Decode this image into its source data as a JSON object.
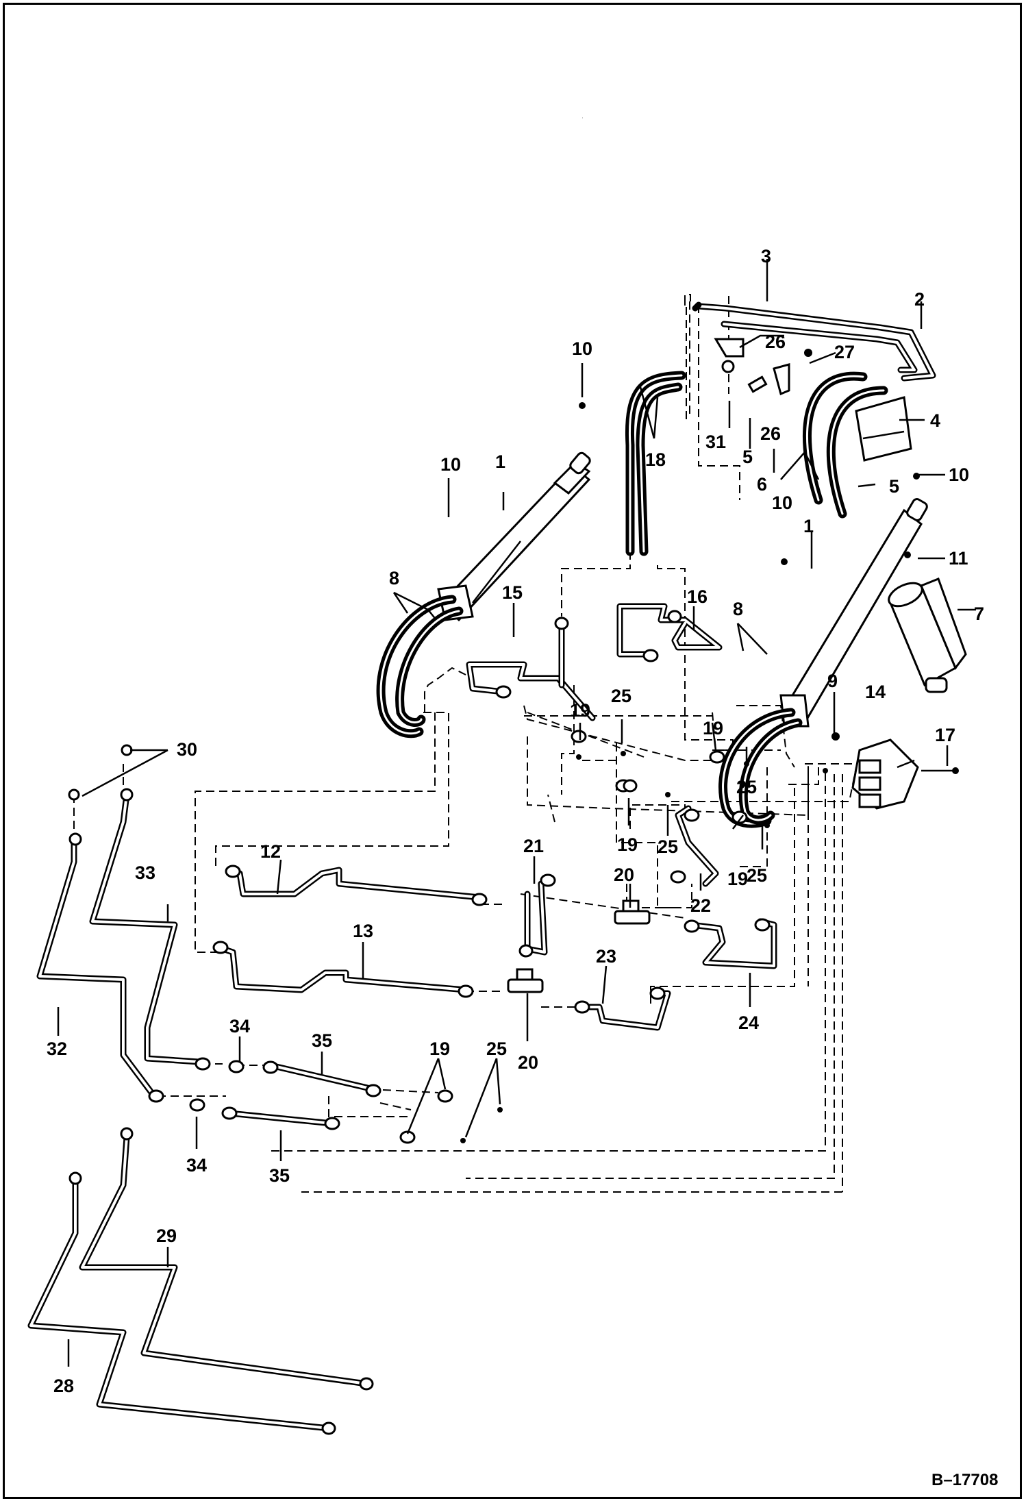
{
  "diagram": {
    "reference_code": "B–17708",
    "callouts": [
      {
        "id": "c1a",
        "text": "1"
      },
      {
        "id": "c1b",
        "text": "1"
      },
      {
        "id": "c2",
        "text": "2"
      },
      {
        "id": "c3",
        "text": "3"
      },
      {
        "id": "c4",
        "text": "4"
      },
      {
        "id": "c5a",
        "text": "5"
      },
      {
        "id": "c5b",
        "text": "5"
      },
      {
        "id": "c6",
        "text": "6"
      },
      {
        "id": "c7",
        "text": "7"
      },
      {
        "id": "c8a",
        "text": "8"
      },
      {
        "id": "c8b",
        "text": "8"
      },
      {
        "id": "c9",
        "text": "9"
      },
      {
        "id": "c10a",
        "text": "10"
      },
      {
        "id": "c10b",
        "text": "10"
      },
      {
        "id": "c10c",
        "text": "10"
      },
      {
        "id": "c10d",
        "text": "10"
      },
      {
        "id": "c11",
        "text": "11"
      },
      {
        "id": "c12",
        "text": "12"
      },
      {
        "id": "c13",
        "text": "13"
      },
      {
        "id": "c14",
        "text": "14"
      },
      {
        "id": "c15",
        "text": "15"
      },
      {
        "id": "c16",
        "text": "16"
      },
      {
        "id": "c17",
        "text": "17"
      },
      {
        "id": "c18",
        "text": "18"
      },
      {
        "id": "c19a",
        "text": "19"
      },
      {
        "id": "c19b",
        "text": "19"
      },
      {
        "id": "c19c",
        "text": "19"
      },
      {
        "id": "c19d",
        "text": "19"
      },
      {
        "id": "c19e",
        "text": "19"
      },
      {
        "id": "c20a",
        "text": "20"
      },
      {
        "id": "c20b",
        "text": "20"
      },
      {
        "id": "c21",
        "text": "21"
      },
      {
        "id": "c22",
        "text": "22"
      },
      {
        "id": "c23",
        "text": "23"
      },
      {
        "id": "c24",
        "text": "24"
      },
      {
        "id": "c25a",
        "text": "25"
      },
      {
        "id": "c25b",
        "text": "25"
      },
      {
        "id": "c25c",
        "text": "25"
      },
      {
        "id": "c25d",
        "text": "25"
      },
      {
        "id": "c25e",
        "text": "25"
      },
      {
        "id": "c26a",
        "text": "26"
      },
      {
        "id": "c26b",
        "text": "26"
      },
      {
        "id": "c27",
        "text": "27"
      },
      {
        "id": "c28",
        "text": "28"
      },
      {
        "id": "c29",
        "text": "29"
      },
      {
        "id": "c30",
        "text": "30"
      },
      {
        "id": "c31",
        "text": "31"
      },
      {
        "id": "c32",
        "text": "32"
      },
      {
        "id": "c33",
        "text": "33"
      },
      {
        "id": "c34a",
        "text": "34"
      },
      {
        "id": "c34b",
        "text": "34"
      },
      {
        "id": "c35a",
        "text": "35"
      },
      {
        "id": "c35b",
        "text": "35"
      }
    ]
  }
}
